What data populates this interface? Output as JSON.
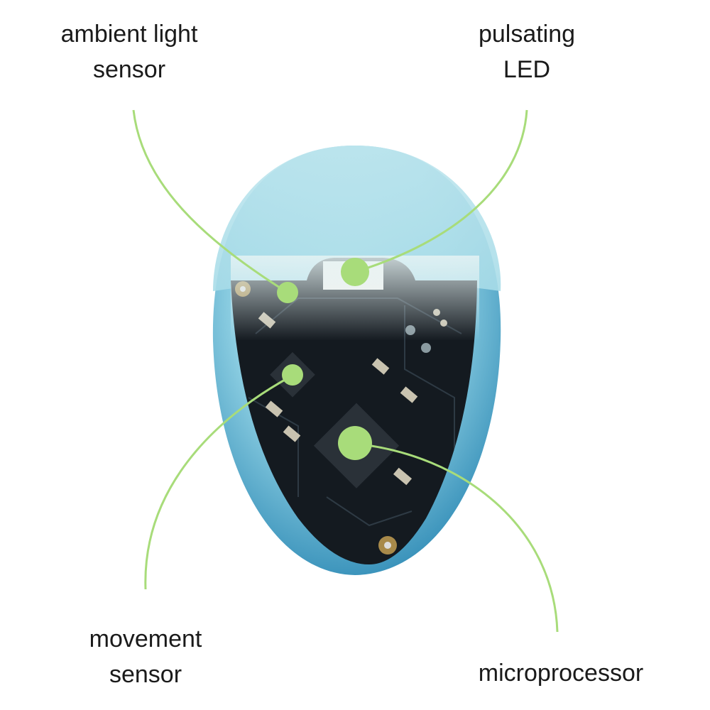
{
  "labels": {
    "ambient_light_sensor": [
      "ambient light",
      "sensor"
    ],
    "pulsating_led": [
      "pulsating",
      "LED"
    ],
    "movement_sensor": [
      "movement",
      "sensor"
    ],
    "microprocessor": [
      "microprocessor"
    ]
  },
  "colors": {
    "callout": "#a8dc7a",
    "shell": "#5fb0cf",
    "pcb": "#141a20"
  }
}
